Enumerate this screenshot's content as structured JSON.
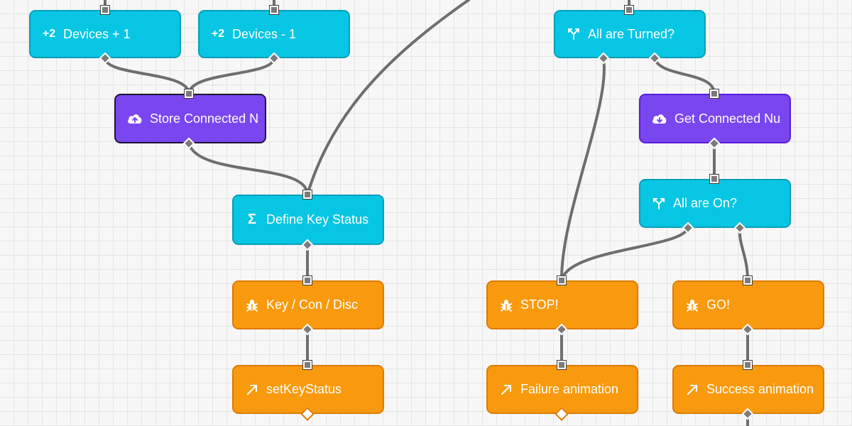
{
  "colors": {
    "cyan": "#06c6e4",
    "purple": "#7a46f0",
    "orange": "#f99a0e",
    "wire": "#6e6e6e",
    "grid": "#e4e4e4"
  },
  "nodes": [
    {
      "id": "devices_plus",
      "icon": "+2",
      "icon_name": "increment-icon",
      "label": "Devices + 1"
    },
    {
      "id": "devices_minus",
      "icon": "+2",
      "icon_name": "increment-icon",
      "label": "Devices - 1"
    },
    {
      "id": "all_turned",
      "icon": "",
      "icon_name": "branch-icon",
      "label": "All are Turned?"
    },
    {
      "id": "store_connected",
      "icon": "",
      "icon_name": "cloud-upload-icon",
      "label": "Store Connected N"
    },
    {
      "id": "get_connected",
      "icon": "",
      "icon_name": "cloud-download-icon",
      "label": "Get Connected Nu"
    },
    {
      "id": "define_key",
      "icon": "Σ",
      "icon_name": "sigma-icon",
      "label": "Define Key Status"
    },
    {
      "id": "all_on",
      "icon": "",
      "icon_name": "branch-icon",
      "label": "All are On?"
    },
    {
      "id": "key_con_disc",
      "icon": "",
      "icon_name": "bug-icon",
      "label": "Key / Con / Disc"
    },
    {
      "id": "stop",
      "icon": "",
      "icon_name": "bug-icon",
      "label": "STOP!"
    },
    {
      "id": "go",
      "icon": "",
      "icon_name": "bug-icon",
      "label": "GO!"
    },
    {
      "id": "set_key_status",
      "icon": "",
      "icon_name": "arrow-up-right-icon",
      "label": "setKeyStatus"
    },
    {
      "id": "failure_anim",
      "icon": "",
      "icon_name": "arrow-up-right-icon",
      "label": "Failure animation"
    },
    {
      "id": "success_anim",
      "icon": "",
      "icon_name": "arrow-up-right-icon",
      "label": "Success animation"
    }
  ]
}
